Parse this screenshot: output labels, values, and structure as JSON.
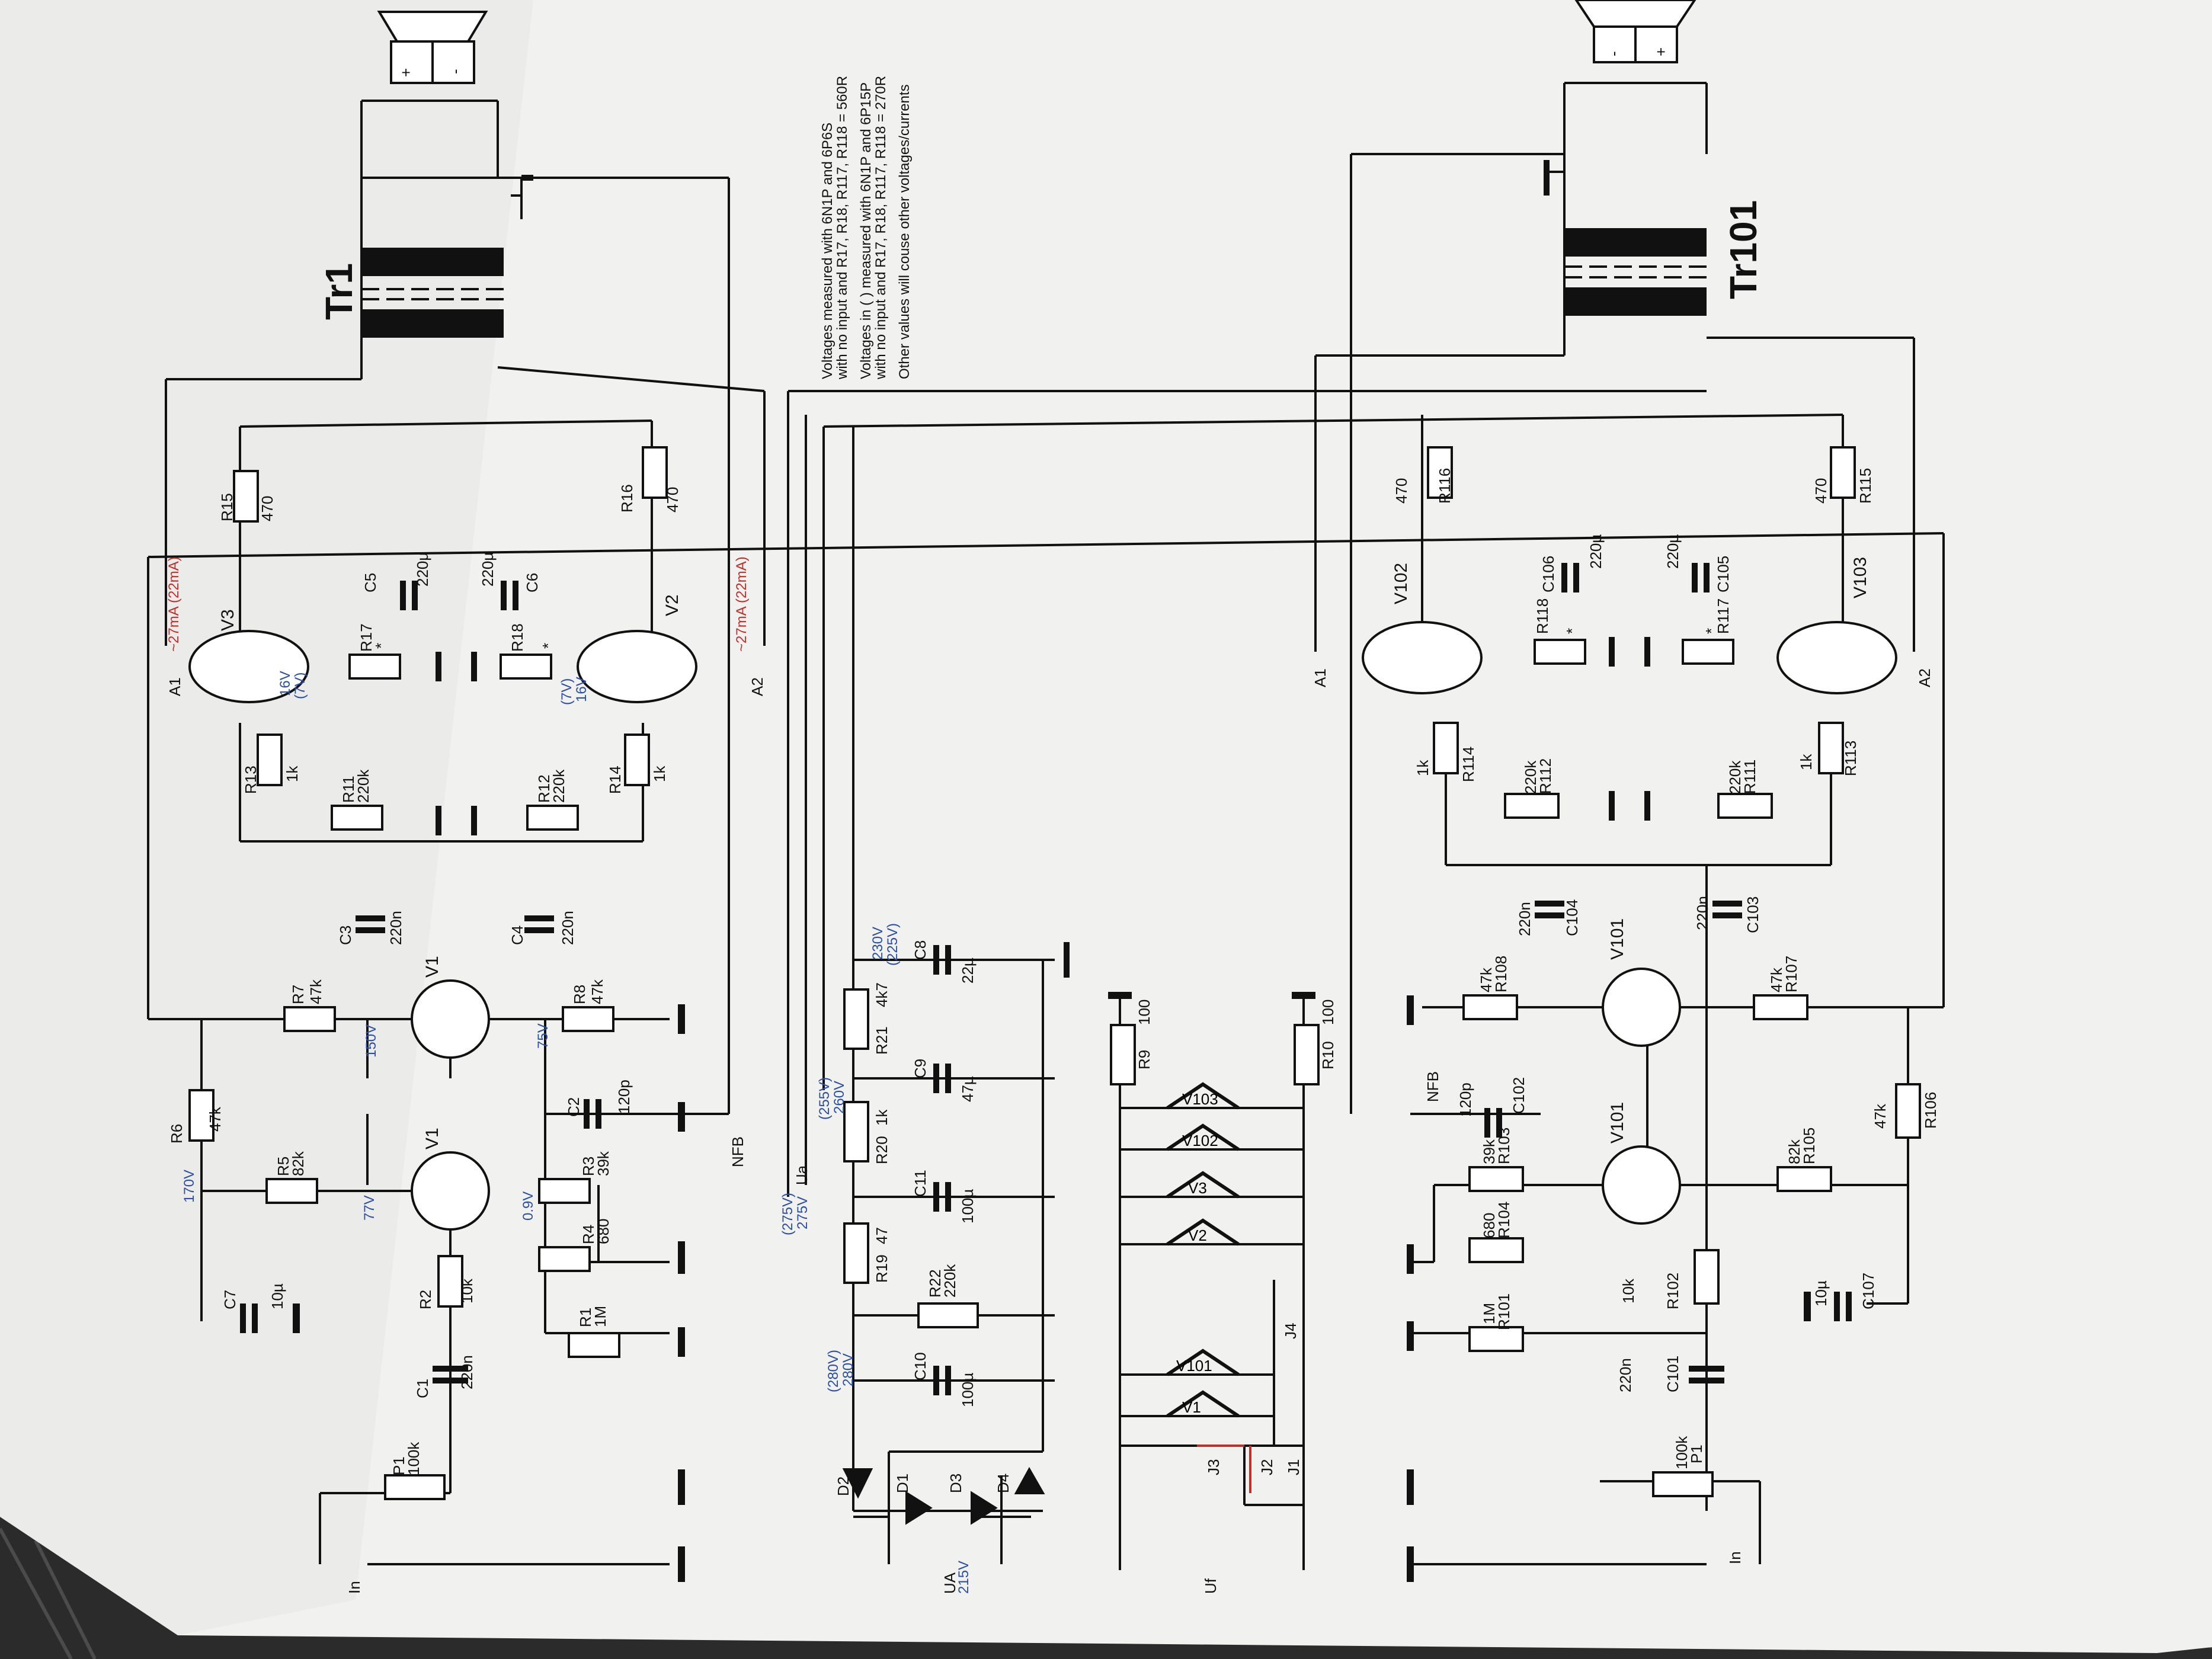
{
  "notes": {
    "line1": "Voltages measured with 6N1P and 6P6S",
    "line2": "with no input and R17, R18, R117, R118 = 560R",
    "line3": "Voltages in ( ) measured with 6N1P and 6P15P",
    "line4": "with no input and R17, R18, R117, R118 = 270R",
    "line5": "Other values will couse other voltages/currents"
  },
  "left_channel": {
    "transformer": "Tr1",
    "speaker_plus": "+",
    "speaker_minus": "-",
    "input": "In",
    "nfb": "NFB",
    "anode1": "A1",
    "anode2": "A2",
    "cur1": "~27mA (22mA)",
    "cur2": "~27mA (22mA)",
    "tubes": [
      "V3",
      "V2",
      "V1",
      "V1"
    ],
    "resistors": [
      {
        "ref": "R15",
        "val": "470"
      },
      {
        "ref": "R16",
        "val": "470"
      },
      {
        "ref": "R17",
        "val": "*"
      },
      {
        "ref": "R18",
        "val": "*"
      },
      {
        "ref": "R13",
        "val": "1k"
      },
      {
        "ref": "R14",
        "val": "1k"
      },
      {
        "ref": "R11",
        "val": "220k"
      },
      {
        "ref": "R12",
        "val": "220k"
      },
      {
        "ref": "R7",
        "val": "47k"
      },
      {
        "ref": "R8",
        "val": "47k"
      },
      {
        "ref": "R6",
        "val": "47k"
      },
      {
        "ref": "R5",
        "val": "82k"
      },
      {
        "ref": "R3",
        "val": "39k"
      },
      {
        "ref": "R4",
        "val": "680"
      },
      {
        "ref": "R2",
        "val": "10k"
      },
      {
        "ref": "R1",
        "val": "1M"
      },
      {
        "ref": "P1",
        "val": "100k"
      }
    ],
    "capacitors": [
      {
        "ref": "C5",
        "val": "220µ"
      },
      {
        "ref": "C6",
        "val": "220µ"
      },
      {
        "ref": "C3",
        "val": "220n"
      },
      {
        "ref": "C4",
        "val": "220n"
      },
      {
        "ref": "C2",
        "val": "120p"
      },
      {
        "ref": "C7",
        "val": "10µ"
      },
      {
        "ref": "C1",
        "val": "220n"
      }
    ],
    "voltages": {
      "v3_cathode": "16V",
      "v3_cathode_alt": "(7V)",
      "v2_cathode": "16V",
      "v2_cathode_alt": "(7V)",
      "v1_anode_a": "150V",
      "v1_anode_b": "75V",
      "r6_node": "170V",
      "v1_cathode": "77V",
      "v1_grid": "0.9V"
    }
  },
  "power_supply": {
    "ua_label": "Ua",
    "ua_supply": "UA",
    "ua_supply_v": "215V",
    "resistors": [
      {
        "ref": "R21",
        "val": "4k7"
      },
      {
        "ref": "R20",
        "val": "1k"
      },
      {
        "ref": "R19",
        "val": "47"
      },
      {
        "ref": "R22",
        "val": "220k"
      }
    ],
    "capacitors": [
      {
        "ref": "C8",
        "val": "22µ"
      },
      {
        "ref": "C9",
        "val": "47µ"
      },
      {
        "ref": "C11",
        "val": "100µ"
      },
      {
        "ref": "C10",
        "val": "100µ"
      }
    ],
    "voltages": {
      "c8": "230V",
      "c8_alt": "(225V)",
      "r20": "260V",
      "r20_alt": "(255V)",
      "ua": "275V",
      "ua_alt": "(275V)",
      "c10": "280V",
      "c10_alt": "(280V)"
    },
    "diodes": [
      "D2",
      "D1",
      "D3",
      "D4"
    ]
  },
  "heater": {
    "uf_label": "Uf",
    "r9": "R9",
    "r9_val": "100",
    "r10": "R10",
    "r10_val": "100",
    "filaments": [
      "V103",
      "V102",
      "V3",
      "V2",
      "V101",
      "V1"
    ],
    "jumpers": [
      "J4",
      "J3",
      "J2",
      "J1"
    ]
  },
  "right_channel": {
    "transformer": "Tr101",
    "speaker_plus": "+",
    "speaker_minus": "-",
    "input": "In",
    "nfb": "NFB",
    "anode1": "A1",
    "anode2": "A2",
    "tubes": [
      "V102",
      "V103",
      "V101",
      "V101"
    ],
    "resistors": [
      {
        "ref": "R116",
        "val": "470"
      },
      {
        "ref": "R115",
        "val": "470"
      },
      {
        "ref": "R118",
        "val": "*"
      },
      {
        "ref": "R117",
        "val": "*"
      },
      {
        "ref": "R114",
        "val": "1k"
      },
      {
        "ref": "R113",
        "val": "1k"
      },
      {
        "ref": "R112",
        "val": "220k"
      },
      {
        "ref": "R111",
        "val": "220k"
      },
      {
        "ref": "R108",
        "val": "47k"
      },
      {
        "ref": "R107",
        "val": "47k"
      },
      {
        "ref": "R106",
        "val": "47k"
      },
      {
        "ref": "R105",
        "val": "82k"
      },
      {
        "ref": "R103",
        "val": "39k"
      },
      {
        "ref": "R104",
        "val": "680"
      },
      {
        "ref": "R102",
        "val": "10k"
      },
      {
        "ref": "R101",
        "val": "1M"
      },
      {
        "ref": "P1",
        "val": "100k"
      }
    ],
    "capacitors": [
      {
        "ref": "C106",
        "val": "220µ"
      },
      {
        "ref": "C105",
        "val": "220µ"
      },
      {
        "ref": "C104",
        "val": "220n"
      },
      {
        "ref": "C103",
        "val": "220n"
      },
      {
        "ref": "C102",
        "val": "120p"
      },
      {
        "ref": "C107",
        "val": "10µ"
      },
      {
        "ref": "C101",
        "val": "220n"
      }
    ]
  }
}
